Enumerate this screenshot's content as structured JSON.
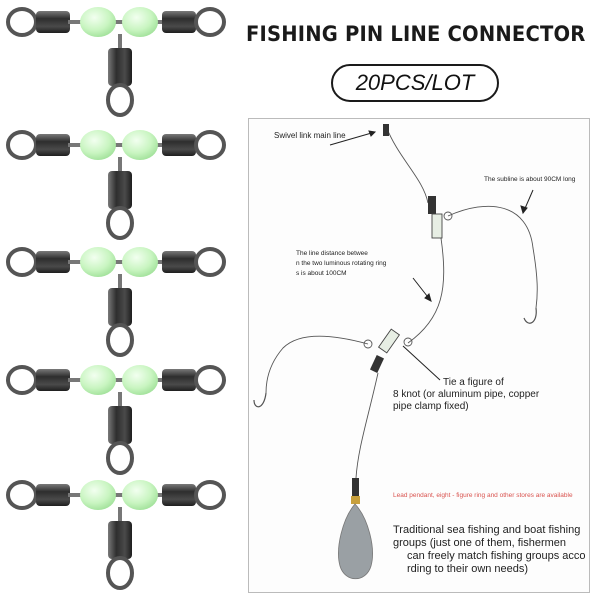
{
  "header": {
    "title": "FISHING PIN LINE CONNECTOR",
    "badge": "20PCS/LOT"
  },
  "products": {
    "count_shown": 5,
    "bead_color": "#c9f5c1",
    "metal_color": "#3e3e3e",
    "ring_color": "#5a5a5a"
  },
  "diagram": {
    "swivel_label": "Swivel link main line",
    "subline_label": "The subline is about 90CM long",
    "distance_label": {
      "line1": "The line distance betwee",
      "line2": "n the two luminous rotating ring",
      "line3": "s is about 100CM"
    },
    "knot_label": {
      "line1": "Tie a figure of",
      "line2": "8 knot (or aluminum pipe, copper",
      "line3": "pipe clamp fixed)"
    },
    "lead_label": "Lead pendant, eight - figure ring and other stores are available",
    "traditional_label": {
      "line1": "Traditional sea fishing and boat fishing",
      "line2": "groups (just one of them, fishermen",
      "line3": "can freely match fishing groups acco",
      "line4": "rding to their own needs)"
    },
    "lead_label_color": "#d9534f"
  }
}
